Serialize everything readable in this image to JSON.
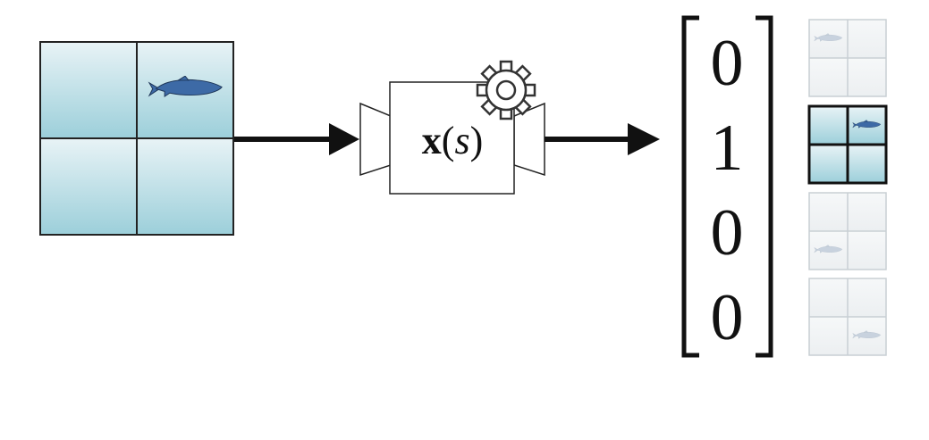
{
  "input_grid": {
    "rows": 2,
    "cols": 2,
    "fish_cell": [
      0,
      1
    ]
  },
  "feature_box": {
    "func_bold": "x",
    "open_paren": "(",
    "arg": "s",
    "close_paren": ")"
  },
  "vector": {
    "entries": [
      "0",
      "1",
      "0",
      "0"
    ]
  },
  "mini_grids": [
    {
      "fish_cell": [
        0,
        0
      ],
      "active": false
    },
    {
      "fish_cell": [
        0,
        1
      ],
      "active": true
    },
    {
      "fish_cell": [
        1,
        0
      ],
      "active": false
    },
    {
      "fish_cell": [
        1,
        1
      ],
      "active": false
    }
  ],
  "colors": {
    "cell_top": "#e6f2f5",
    "cell_bottom": "#9fd0da",
    "fish_active": "#3d6aa6",
    "fish_faded": "#c8d2de",
    "line": "#111111",
    "faded_line": "#c8cfd4",
    "faded_fill": "#f2f4f5"
  },
  "icons": [
    "fish-icon",
    "gear-icon",
    "arrow-right-icon"
  ]
}
